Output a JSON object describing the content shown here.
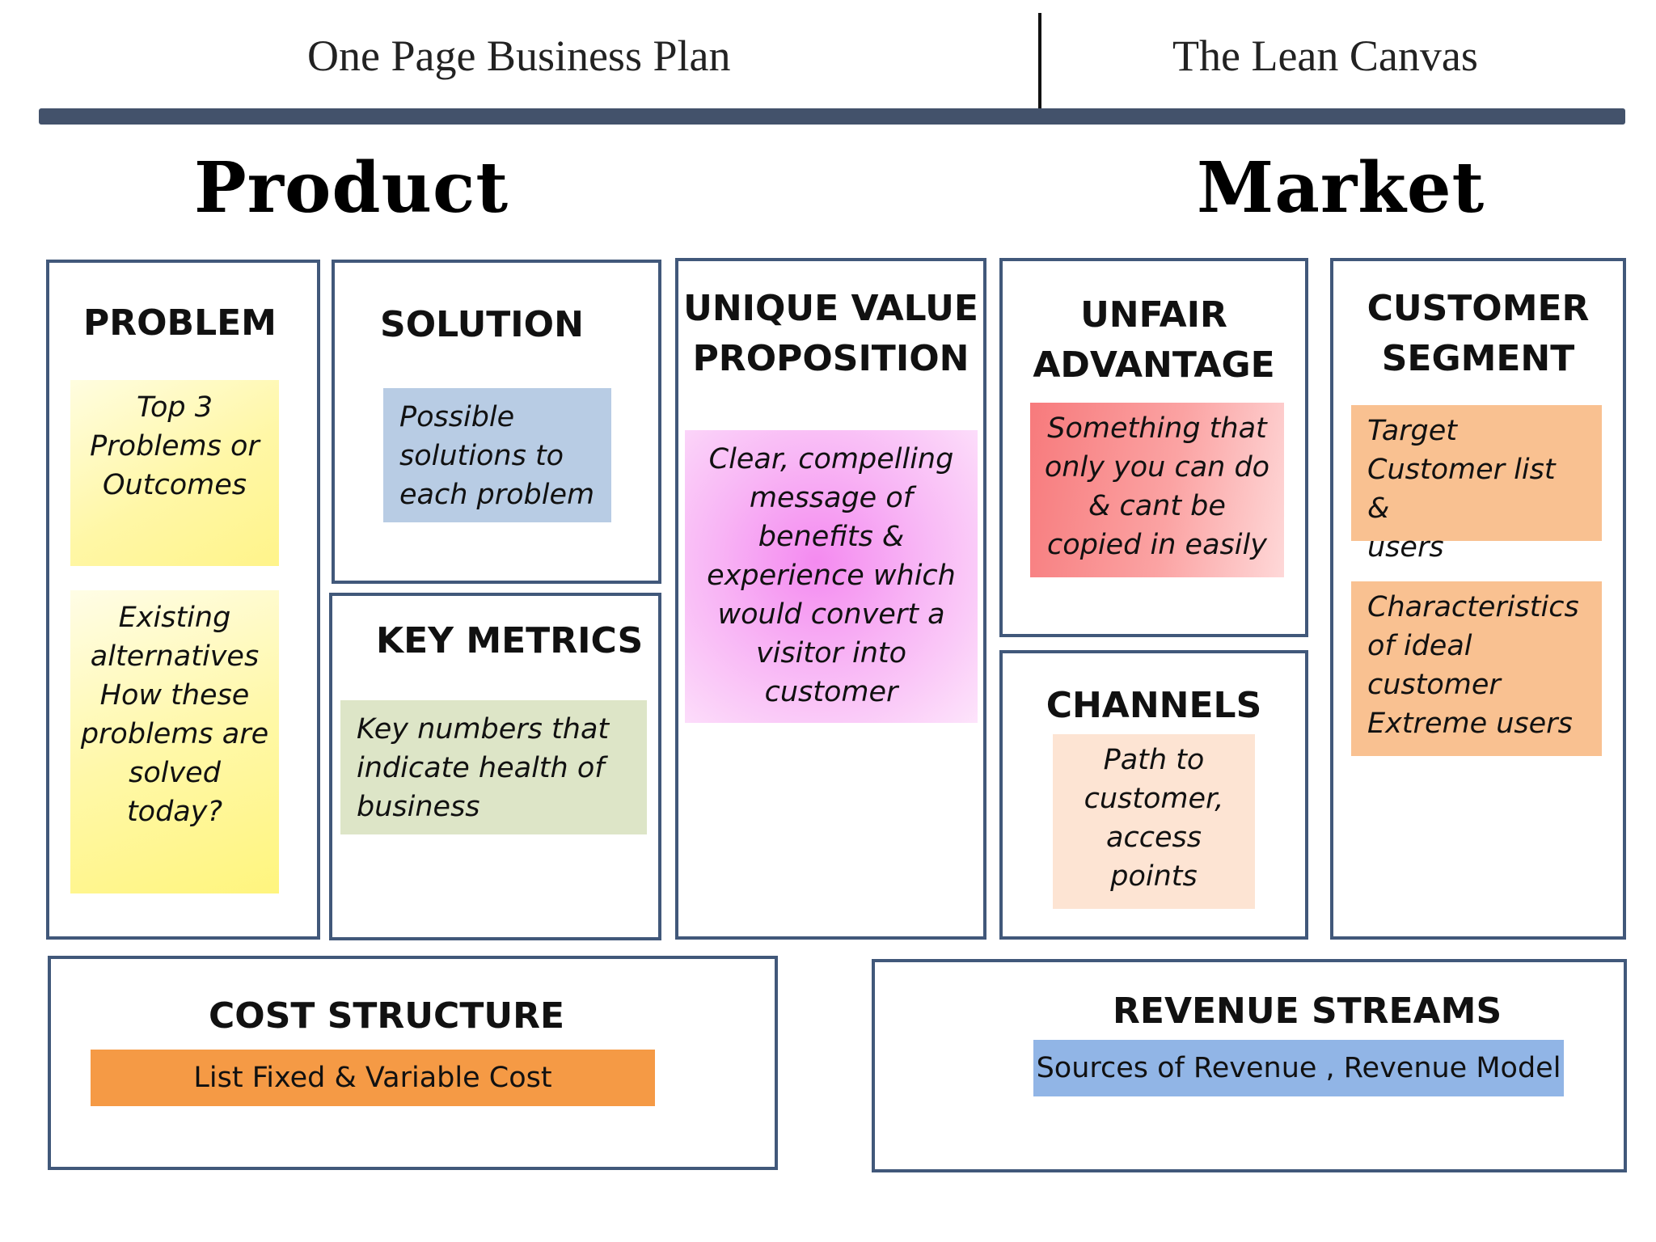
{
  "header": {
    "left_title": "One Page Business Plan",
    "right_title": "The Lean Canvas"
  },
  "sections": {
    "product": "Product",
    "market": "Market"
  },
  "boxes": {
    "problem": {
      "title": "PROBLEM",
      "note1": "Top 3\nProblems or\nOutcomes",
      "note2": "Existing\nalternatives\nHow these\nproblems are\nsolved\ntoday?"
    },
    "solution": {
      "title": "SOLUTION",
      "note": "Possible\nsolutions to\neach problem"
    },
    "key_metrics": {
      "title": "KEY METRICS",
      "note": "Key numbers that\nindicate health of\nbusiness"
    },
    "unique_value_proposition": {
      "title": "UNIQUE VALUE\nPROPOSITION",
      "note": "Clear, compelling\nmessage of\nbenefits &\nexperience which\nwould convert a\nvisitor into\ncustomer"
    },
    "unfair_advantage": {
      "title": "UNFAIR\nADVANTAGE",
      "note": "Something that\nonly you can do\n& cant be\ncopied in easily"
    },
    "channels": {
      "title": "CHANNELS",
      "note": "Path to\ncustomer,\naccess\npoints"
    },
    "customer_segment": {
      "title": "CUSTOMER\nSEGMENT",
      "note1": "Target\nCustomer list &\nusers",
      "note2": "Characteristics\nof ideal\ncustomer\nExtreme users"
    },
    "cost_structure": {
      "title": "COST STRUCTURE",
      "bar": "List Fixed & Variable Cost"
    },
    "revenue_streams": {
      "title": "REVENUE STREAMS",
      "bar": "Sources of Revenue , Revenue Model"
    }
  },
  "colors": {
    "border": "#41587a",
    "header_rule": "#43526b",
    "yellow_note": "#fff59a",
    "blue_note": "#b8cce4",
    "green_note": "#dde5c7",
    "pink_note": "#f6a7f4",
    "red_note": "#f98b8b",
    "peach_note": "#fde4d3",
    "orange_note": "#f9c191",
    "orange_bar": "#f59a45",
    "blue_bar": "#91b5e6"
  }
}
